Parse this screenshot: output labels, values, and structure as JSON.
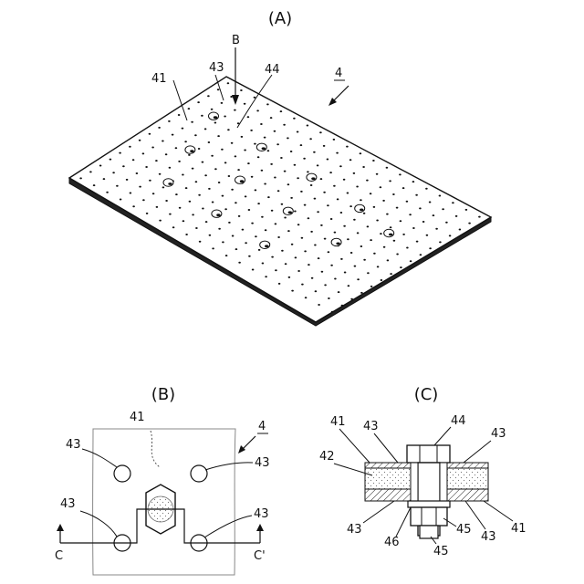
{
  "panels": {
    "a": {
      "caption": "(A)",
      "labels": {
        "plate": "41",
        "hole": "43",
        "bolt": "44",
        "assembly": "4",
        "view": "B"
      }
    },
    "b": {
      "caption": "(B)",
      "labels": {
        "plate": "41",
        "assembly": "4",
        "hole_tl": "43",
        "hole_tr": "43",
        "hole_bl": "43",
        "hole_br": "43",
        "section_left": "C",
        "section_right": "C'"
      }
    },
    "c": {
      "caption": "(C)",
      "labels": {
        "plate_top_left": "41",
        "hole_top_left": "43",
        "bolt": "44",
        "hole_top_right": "43",
        "core": "42",
        "hole_bottom_left": "43",
        "washer": "46",
        "nut": "45",
        "bolt_end": "45",
        "hole_bottom_right": "43",
        "plate_bottom_right": "41"
      }
    }
  }
}
